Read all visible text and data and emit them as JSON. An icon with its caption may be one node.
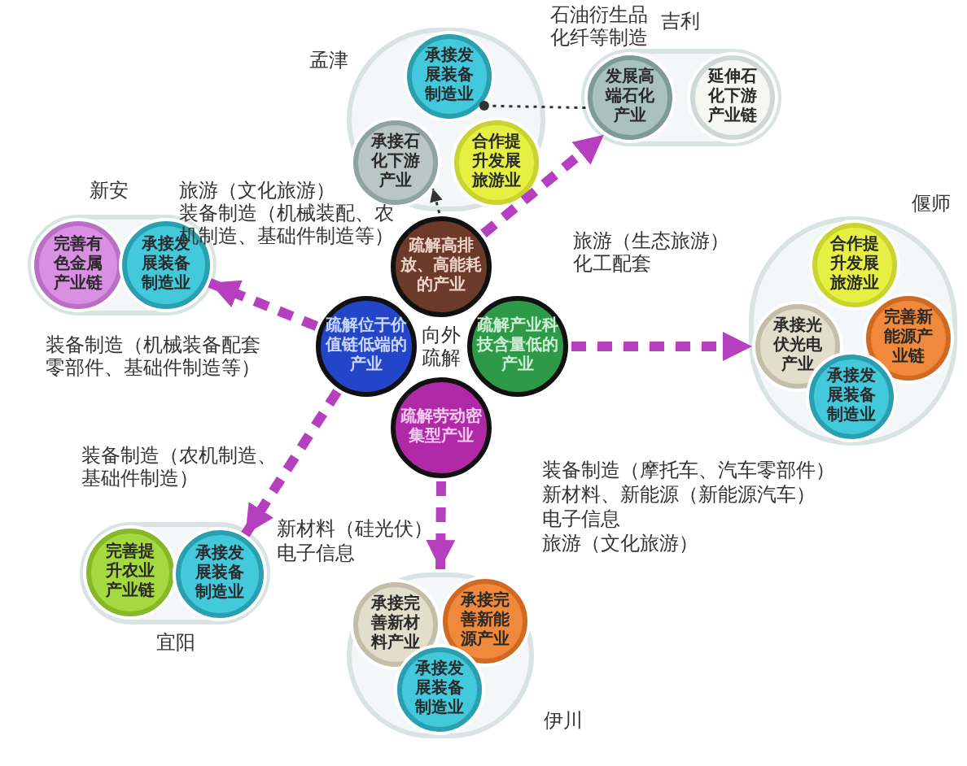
{
  "diagram": {
    "nodes": [
      {
        "text": [],
        "shape": "circle"
      },
      {
        "text": [
          "承接发展装备制造业"
        ],
        "in": 0
      },
      {
        "text": [
          "承接石化下游产业"
        ],
        "in": 0
      },
      {
        "text": [
          "合作提升发展旅游业"
        ],
        "in": 0
      },
      {
        "text": [],
        "shape": "circle"
      },
      {
        "text": [
          "发展高端石化产业"
        ],
        "in": 4
      },
      {
        "text": [
          "延伸石化下游产业链"
        ],
        "in": 4
      },
      {
        "text": [],
        "shape": "circle"
      },
      {
        "text": [
          "完善有色金属产业链"
        ],
        "in": 7
      },
      {
        "text": [
          "承接发展装备制造业"
        ],
        "in": 7
      },
      {
        "text": [
          "疏解高排放、高能耗的产业"
        ]
      },
      {
        "text": [
          "疏解位于价值链低端的产业"
        ]
      },
      {
        "text": [
          "疏解产业科技含量低的产业"
        ]
      },
      {
        "text": [
          "疏解劳动密集型产业"
        ]
      },
      {
        "text": [],
        "shape": "circle"
      },
      {
        "text": [
          "合作提升发展旅游业"
        ],
        "in": 14
      },
      {
        "text": [
          "承接光伏光电产业"
        ],
        "in": 14
      },
      {
        "text": [
          "完善新能源产业链"
        ],
        "in": 14
      },
      {
        "text": [
          "承接发展装备制造业"
        ],
        "in": 14
      },
      {
        "text": [],
        "shape": "circle"
      },
      {
        "text": [
          "完善提升农业产业链"
        ],
        "in": 19
      },
      {
        "text": [
          "承接发展装备制造业"
        ],
        "in": 19
      },
      {
        "text": [],
        "shape": "circle"
      },
      {
        "text": [
          "承接完善新材料产业"
        ],
        "in": 22
      },
      {
        "text": [
          "承接完善新能源产业"
        ],
        "in": 22
      },
      {
        "text": [
          "承接发展装备制造业"
        ],
        "in": 22
      }
    ],
    "edges": [
      {
        "from": 11,
        "to": 9,
        "arrow": "to",
        "style": "dashed"
      },
      {
        "from": 10,
        "to": 5,
        "arrow": "to",
        "style": "dashed"
      },
      {
        "from": 12,
        "to": 16,
        "arrow": "to",
        "style": "dashed"
      },
      {
        "from": 11,
        "to": 21,
        "arrow": "to",
        "style": "dashed"
      },
      {
        "from": 13,
        "to": 22,
        "arrow": "to",
        "style": "dashed"
      },
      {
        "from": 10,
        "to": 2,
        "arrow": "to",
        "style": "dashed",
        "color": "#333333"
      },
      {
        "from": 5,
        "to": 1,
        "arrow": "other",
        "style": "dashed",
        "color": "#333333"
      }
    ],
    "labels": [
      "吉利",
      "孟津",
      "石油衍生品化纤等制造",
      "新安",
      "旅游（文化旅游）",
      "装备制造（机械装配、农机制造、基础件制造等）",
      "旅游（生态旅游）",
      "化工配套",
      "偃师",
      "向外疏解",
      "装备制造（机械装备配套零部件、基础件制造等）",
      "装备制造（农机制造、基础件制造）",
      "新材料（硅光伏）",
      "电子信息",
      "装备制造（摩托车、汽车零部件）",
      "新材料、新能源（新能源汽车）",
      "电子信息",
      "旅游（文化旅游）",
      "宜阳",
      "伊川"
    ]
  }
}
